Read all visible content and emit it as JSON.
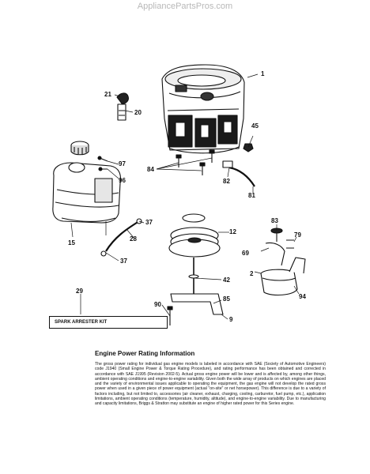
{
  "watermark": "AppliancePartsPros.com",
  "callouts": {
    "c1": "1",
    "c2": "2",
    "c9": "9",
    "c12": "12",
    "c15": "15",
    "c20": "20",
    "c21": "21",
    "c28": "28",
    "c29": "29",
    "c37a": "37",
    "c37b": "37",
    "c42": "42",
    "c45": "45",
    "c69": "69",
    "c79": "79",
    "c81": "81",
    "c82": "82",
    "c83": "83",
    "c84": "84",
    "c85": "85",
    "c90": "90",
    "c94": "94",
    "c96": "96",
    "c97": "97"
  },
  "kit_label": "SPARK ARRESTER KIT",
  "info": {
    "heading": "Engine Power Rating Information",
    "body": "The gross power rating for individual gas engine models is labeled in accordance with SAE (Society of Automotive Engineers) code J1940 (Small Engine Power & Torque Rating Procedure), and rating performance has been obtained and corrected in accordance with SAE J1995 (Revision 2002-5). Actual gross engine power will be lower and is affected by, among other things, ambient operating conditions and engine-to-engine variability. Given both the wide array of products on which engines are placed and the variety of environmental issues applicable to operating the equipment, the gas engine will not develop the rated gross power when used in a given piece of power equipment (actual \"on-site\" or net horsepower). This difference is due to a variety of factors including, but not limited to, accessories (air cleaner, exhaust, charging, cooling, carburetor, fuel pump, etc.), application limitations, ambient operating conditions (temperature, humidity, altitude), and engine-to-engine variability. Due to manufacturing and capacity limitations, Briggs & Stratton may substitute an engine of higher rated power for this Series engine."
  }
}
